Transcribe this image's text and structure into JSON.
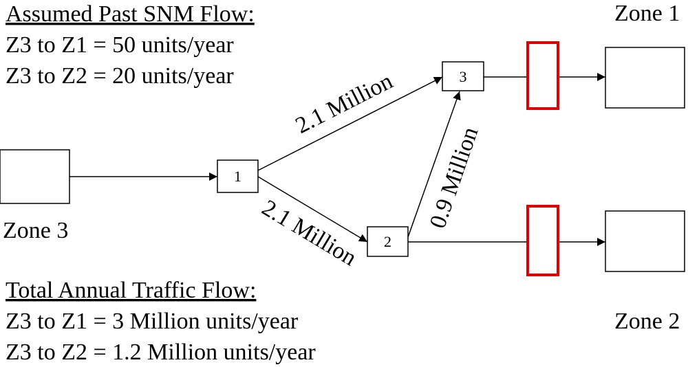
{
  "past_flow": {
    "heading": "Assumed Past SNM Flow:",
    "lines": [
      "Z3 to Z1 = 50 units/year",
      "Z3 to Z2 = 20 units/year"
    ]
  },
  "total_flow": {
    "heading": "Total Annual Traffic Flow:",
    "lines": [
      "Z3 to Z1 = 3 Million units/year",
      "Z3 to Z2 = 1.2 Million units/year"
    ]
  },
  "zones": {
    "zone1": "Zone 1",
    "zone2": "Zone 2",
    "zone3": "Zone 3"
  },
  "nodes": {
    "n1": "1",
    "n2": "2",
    "n3": "3"
  },
  "edges": {
    "n1_n3": "2.1 Million",
    "n1_n2": "2.1 Million",
    "n2_n3": "0.9 Million"
  },
  "colors": {
    "gate": "#e00000",
    "stroke": "#000000"
  }
}
